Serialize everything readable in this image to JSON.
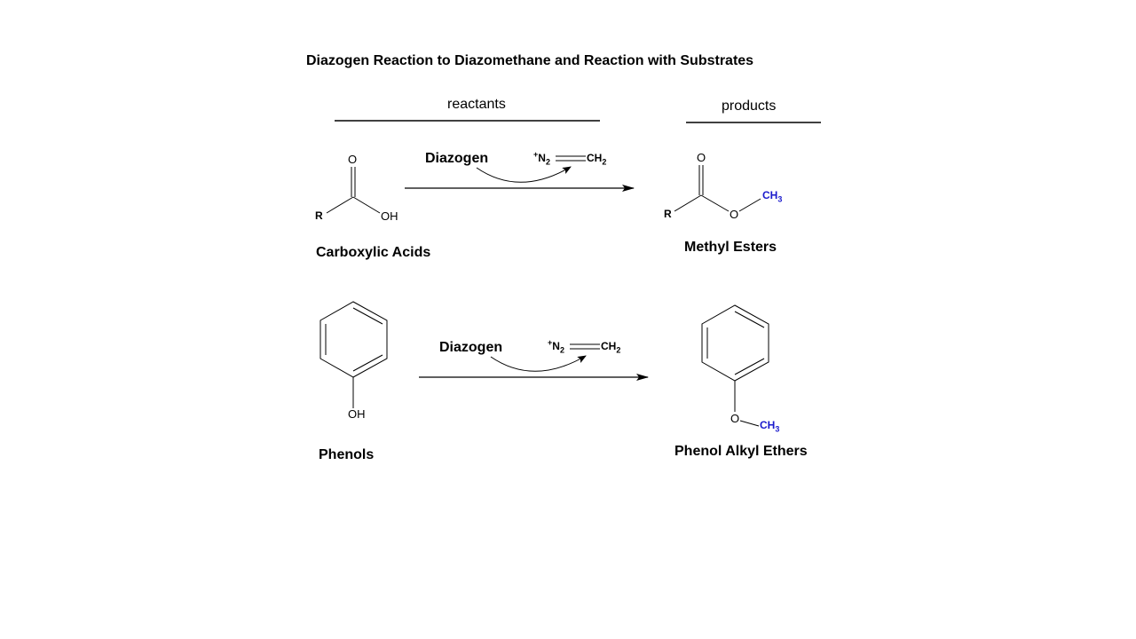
{
  "title": "Diazogen Reaction to Diazomethane and Reaction with Substrates",
  "headers": {
    "reactants": "reactants",
    "products": "products"
  },
  "reaction1": {
    "reactant_name": "Carboxylic Acids",
    "product_name": "Methyl Esters",
    "reagent": "Diazogen",
    "reactant_atoms": {
      "o": "O",
      "r": "R",
      "oh": "OH"
    },
    "product_atoms": {
      "o": "O",
      "r": "R",
      "o2": "O",
      "ch3": "CH",
      "ch3_sub": "3"
    }
  },
  "reaction2": {
    "reactant_name": "Phenols",
    "product_name": "Phenol Alkyl Ethers",
    "reagent": "Diazogen",
    "reactant_atoms": {
      "oh": "OH"
    },
    "product_atoms": {
      "o": "O",
      "ch3": "CH",
      "ch3_sub": "3"
    }
  },
  "diazomethane": {
    "plus": "+",
    "n": "N",
    "n_sub": "2",
    "ch": "CH",
    "ch_sub": "2"
  },
  "colors": {
    "methyl": "#1a1acc",
    "line": "#000000"
  }
}
